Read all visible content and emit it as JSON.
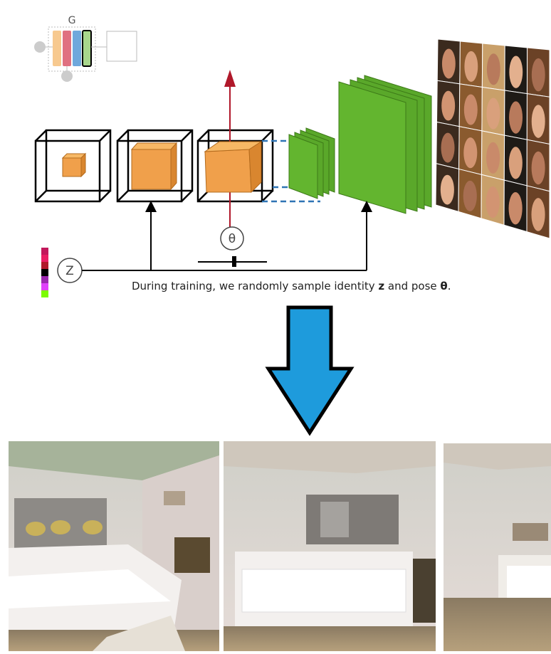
{
  "generator_label": "G",
  "latent_label": "Z",
  "pose_label": "θ",
  "caption": {
    "before_z": "During training, we randomly sample identity ",
    "z": "z",
    "middle": " and pose ",
    "theta": "θ",
    "end": "."
  },
  "faces_grid": {
    "rows": 4,
    "cols": 5
  },
  "colors": {
    "volume": "#f0a04b",
    "feature_map": "#5aa82a",
    "arrow_down": "#1e9bdc",
    "pose_arrow": "#b0182a",
    "dashed": "#2e74b5"
  },
  "latent_bar_colors": [
    "#c2185b",
    "#e91e63",
    "#b0182a",
    "#000000",
    "#9c27b0",
    "#e040fb",
    "#7cfc00"
  ],
  "render_images": [
    "bedroom-view-1",
    "bedroom-view-2",
    "bedroom-view-3"
  ]
}
